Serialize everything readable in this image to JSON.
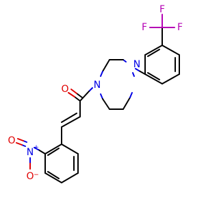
{
  "colors": {
    "bond": "#000000",
    "oxygen": "#e00000",
    "nitrogen": "#0000e6",
    "fluorine": "#b400b4"
  },
  "atoms": {
    "carbonyl_o": "O",
    "piperazine_n1": "N",
    "piperazine_n4": "N",
    "nitro_n": "N",
    "nitro_n_charge": "+",
    "nitro_o_single": "O",
    "nitro_o_charge": "−",
    "nitro_o_double": "O",
    "f_top": "F",
    "f_left": "F",
    "f_right": "F"
  }
}
